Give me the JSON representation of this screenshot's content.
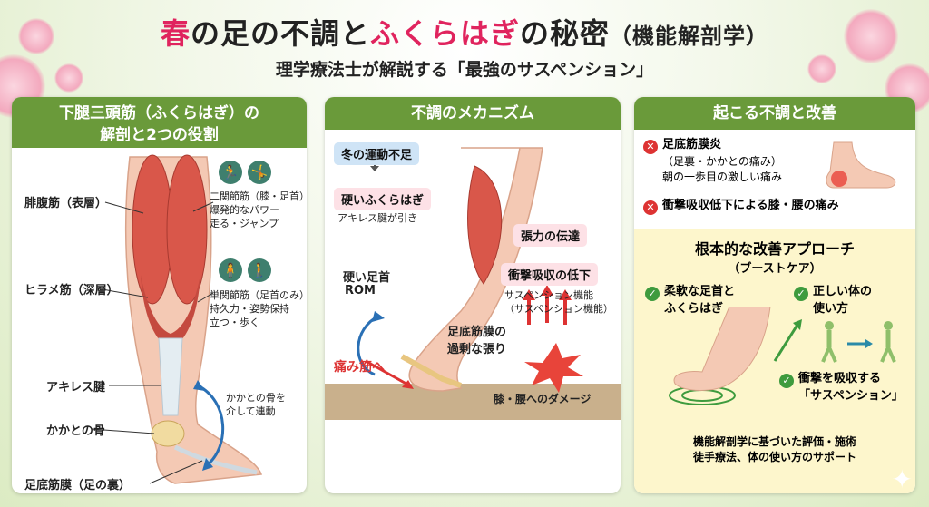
{
  "header": {
    "title_1": "春",
    "title_2": "の足の不調と",
    "title_3": "ふくらはぎ",
    "title_4": "の秘密",
    "title_5": "（機能解剖学）",
    "subtitle": "理学療法士が解説する「最強のサスペンション」"
  },
  "panel1": {
    "heading_1": "下腿三頭筋（ふくらはぎ）の",
    "heading_2": "解剖と2つの役割",
    "labels": {
      "gastrocnemius": "腓腹筋（表層）",
      "soleus": "ヒラメ筋（深層）",
      "achilles": "アキレス腱",
      "heel": "かかとの骨",
      "plantar": "足底筋膜（足の裏）"
    },
    "role1": [
      "二関節筋（膝・足首）",
      "爆発的なパワー",
      "走る・ジャンプ"
    ],
    "role2": [
      "単関節筋（足首のみ）",
      "持久力・姿勢保持",
      "立つ・歩く"
    ],
    "heel_link": [
      "かかとの骨を",
      "介して連動"
    ],
    "icons": [
      "running-icon",
      "jumping-icon",
      "standing-icon",
      "walking-icon"
    ]
  },
  "panel2": {
    "heading": "不調のメカニズム",
    "winter": "冬の運動不足",
    "stiff_calf": "硬いふくらはぎ",
    "achilles_pull": "アキレス腱が引き",
    "tension": "張力の伝達",
    "ankle": "硬い足首",
    "rom": "ROM",
    "shock": "衝撃吸収の低下",
    "suspension": [
      "サスペンション機能",
      "（サスペンション機能）"
    ],
    "plantar": [
      "足底筋膜の",
      "過剰な張り"
    ],
    "pain": "痛み筋へ",
    "damage": "膝・腰へのダメージ"
  },
  "panel3": {
    "heading": "起こる不調と改善",
    "issue1": [
      "足底筋膜炎",
      "（足裏・かかとの痛み）",
      "朝の一歩目の激しい痛み"
    ],
    "issue2": "衝撃吸収低下による膝・腰の痛み",
    "approach_title": [
      "根本的な改善アプローチ",
      "（ブーストケア）"
    ],
    "check1": [
      "柔軟な足首と",
      "ふくらはぎ"
    ],
    "check2": [
      "正しい体の",
      "使い方"
    ],
    "check3": [
      "衝撃を吸収する",
      "「サスペンション」"
    ],
    "footer": [
      "機能解剖学に基づいた評価・施術",
      "徒手療法、体の使い方のサポート"
    ]
  },
  "colors": {
    "accent_green": "#6a9a3a",
    "title_pink": "#e0245e",
    "muscle_red": "#d9574a",
    "alert_red": "#d33"
  }
}
